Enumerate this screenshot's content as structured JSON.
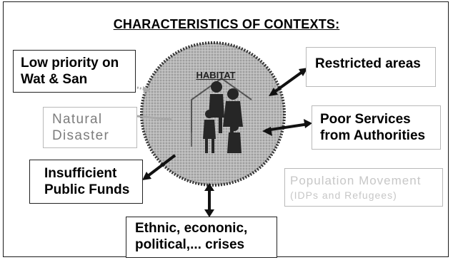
{
  "title": "CHARACTERISTICS OF CONTEXTS:",
  "center": {
    "label": "HABITAT"
  },
  "boxes": {
    "low_priority": [
      "Low priority on",
      "Wat & San"
    ],
    "restricted": [
      "Restricted areas"
    ],
    "natural_disaster": [
      "Natural",
      "Disaster"
    ],
    "poor_services": [
      "Poor Services",
      "from Authorities"
    ],
    "insufficient_funds": [
      "Insufficient",
      "Public Funds"
    ],
    "population_movement": [
      "Population Movement",
      "(IDPs and Refugees)"
    ],
    "crises": [
      "Ethnic, econonic,",
      "political,... crises"
    ]
  }
}
